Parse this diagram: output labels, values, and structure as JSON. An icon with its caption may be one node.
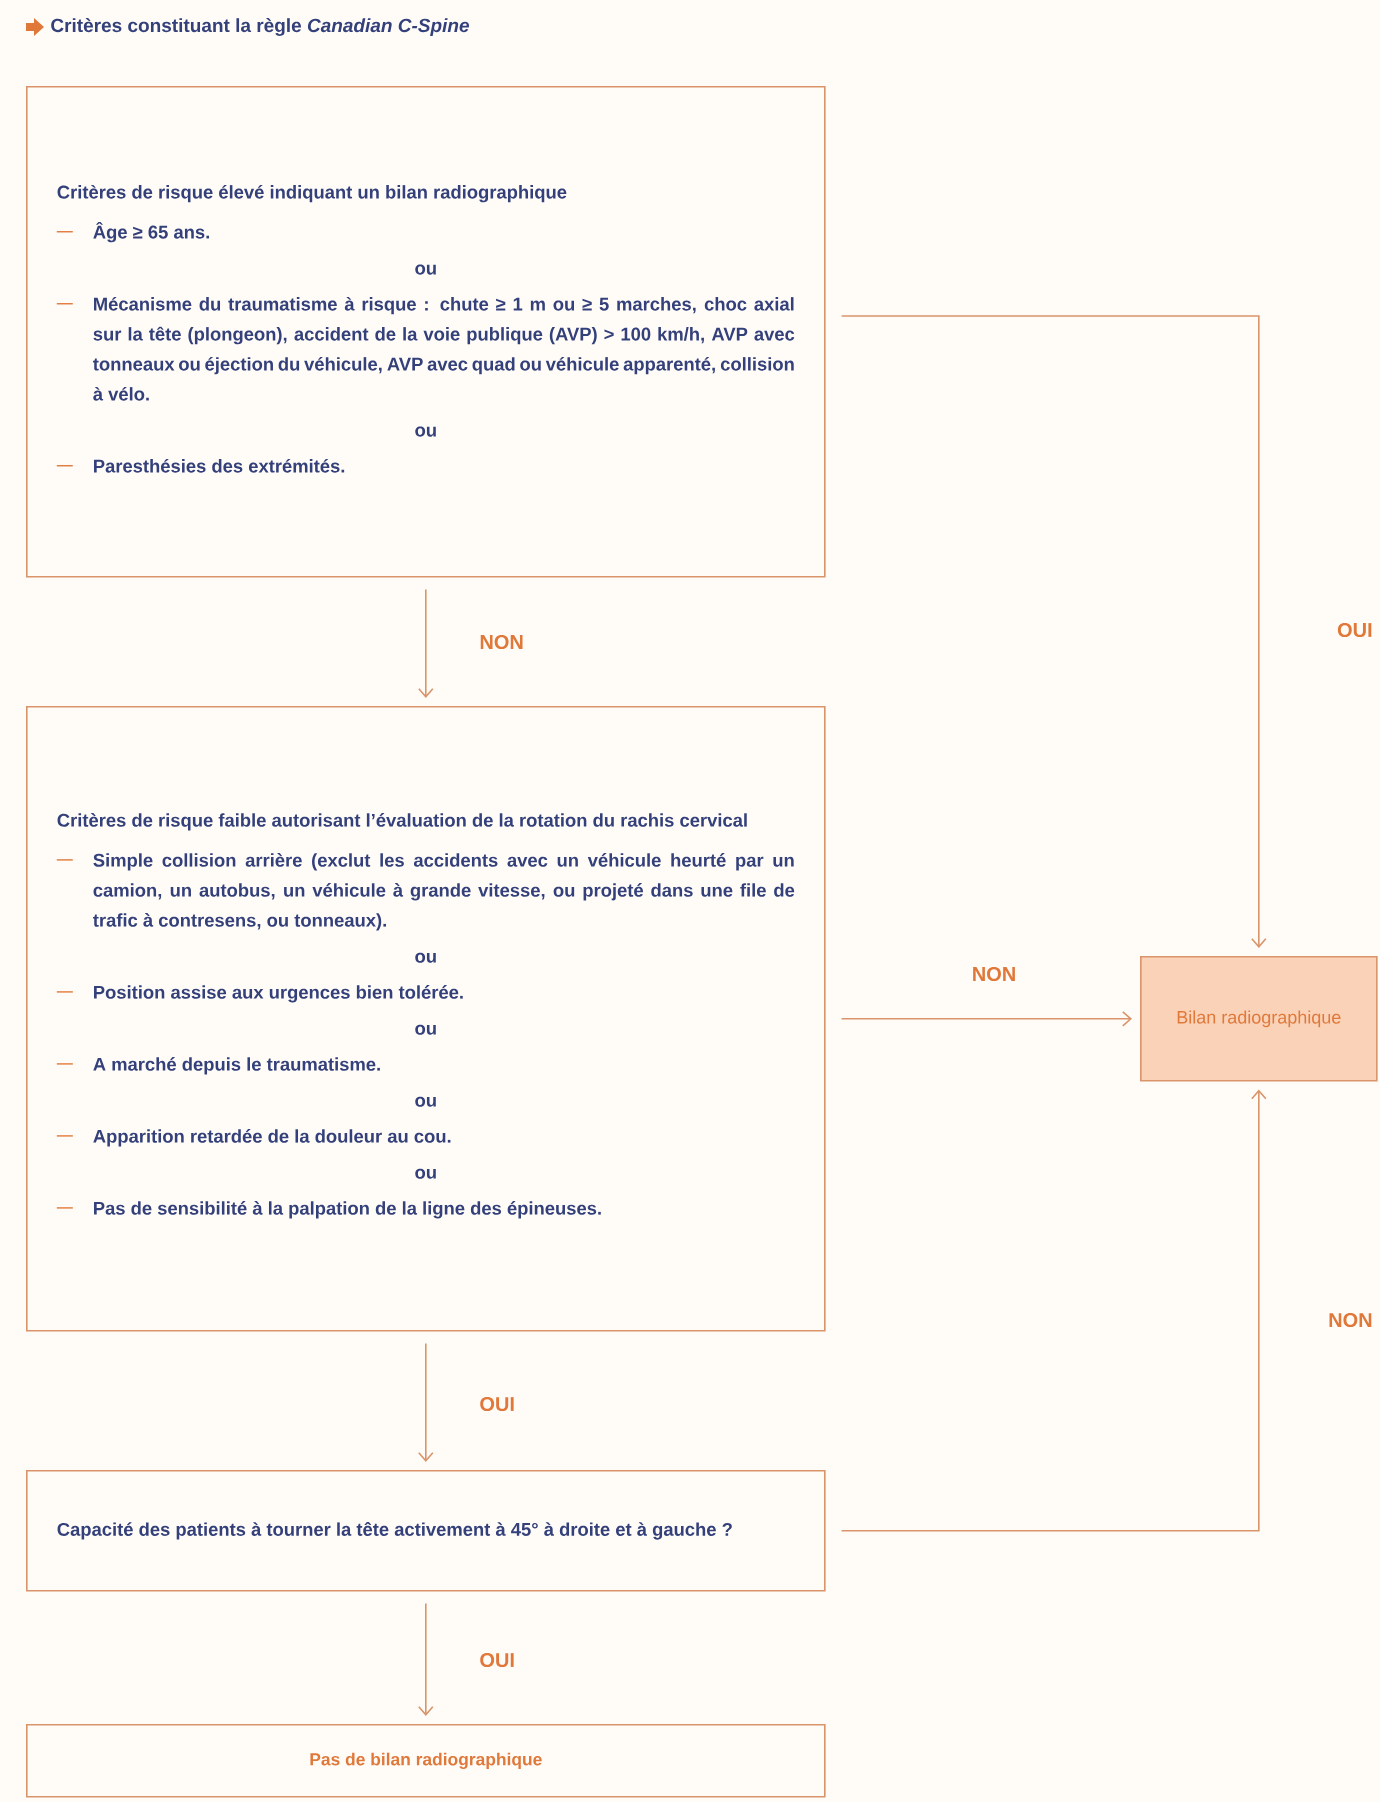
{
  "diagram": {
    "title": "Critères constituant la règle *Canadian C-Spine*",
    "nodes": [
      {
        "text": [
          "Critères de risque élevé indiquant un bilan radiographique",
          "Âge ≥ 65 ans.",
          "ou",
          "Mécanisme du traumatisme à risque : chute ≥ 1 m ou ≥ 5 marches, choc axial sur la tête (plongeon), accident de la voie publique (AVP) > 100 km/h, AVP avec tonneaux ou éjection du véhicule, AVP avec quad ou véhicule apparenté, collision à vélo.",
          "ou",
          "Paresthésies des extrémités."
        ]
      },
      {
        "text": [
          "Critères de risque faible autorisant l’évaluation de la rotation du rachis cervical",
          "Simple collision arrière (exclut les accidents avec un véhicule heurté par un camion, un autobus, un véhicule à grande vitesse, ou projeté dans une file de trafic à contresens, ou tonneaux).",
          "ou",
          "Position assise aux urgences bien tolérée.",
          "ou",
          "A marché depuis le traumatisme.",
          "ou",
          "Apparition retardée de la douleur au cou.",
          "ou",
          "Pas de sensibilité à la palpation de la ligne des épineuses."
        ]
      },
      {
        "text": [
          "Bilan radiographique"
        ]
      },
      {
        "text": [
          "Capacité des patients à tourner la tête activement à 45° à droite et à gauche ?"
        ]
      },
      {
        "text": [
          "Pas de bilan radiographique"
        ]
      }
    ],
    "edges": [
      {
        "from": 0,
        "to": 1,
        "arrow": "to",
        "label": "NON"
      },
      {
        "from": 0,
        "to": 2,
        "arrow": "to",
        "label": "OUI"
      },
      {
        "from": 1,
        "to": 2,
        "arrow": "to",
        "label": "NON"
      },
      {
        "from": 1,
        "to": 3,
        "arrow": "to",
        "label": "OUI"
      },
      {
        "from": 3,
        "to": 2,
        "arrow": "to",
        "label": "NON"
      },
      {
        "from": 3,
        "to": 4,
        "arrow": "to",
        "label": "OUI"
      }
    ]
  }
}
